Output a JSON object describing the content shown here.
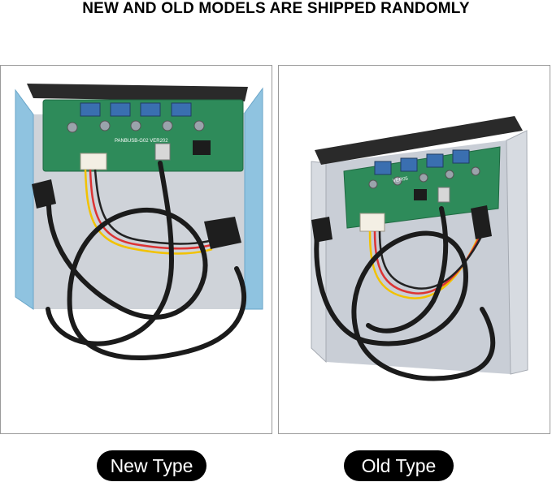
{
  "header": {
    "headline": "NEW AND OLD MODELS ARE SHIPPED RANDOMLY"
  },
  "photos": {
    "left": {
      "caption": "New Type",
      "board_label": "PANBUSB-G02 VER202"
    },
    "right": {
      "caption": "Old Type",
      "board_label": "VER05"
    }
  },
  "colors": {
    "pill_background": "#000000",
    "pill_text": "#ffffff",
    "frame_border": "#9a9a9a",
    "pcb_green": "#2e8b5a",
    "bracket_silver": "#c9ced6",
    "cable_black": "#1b1b1b"
  }
}
